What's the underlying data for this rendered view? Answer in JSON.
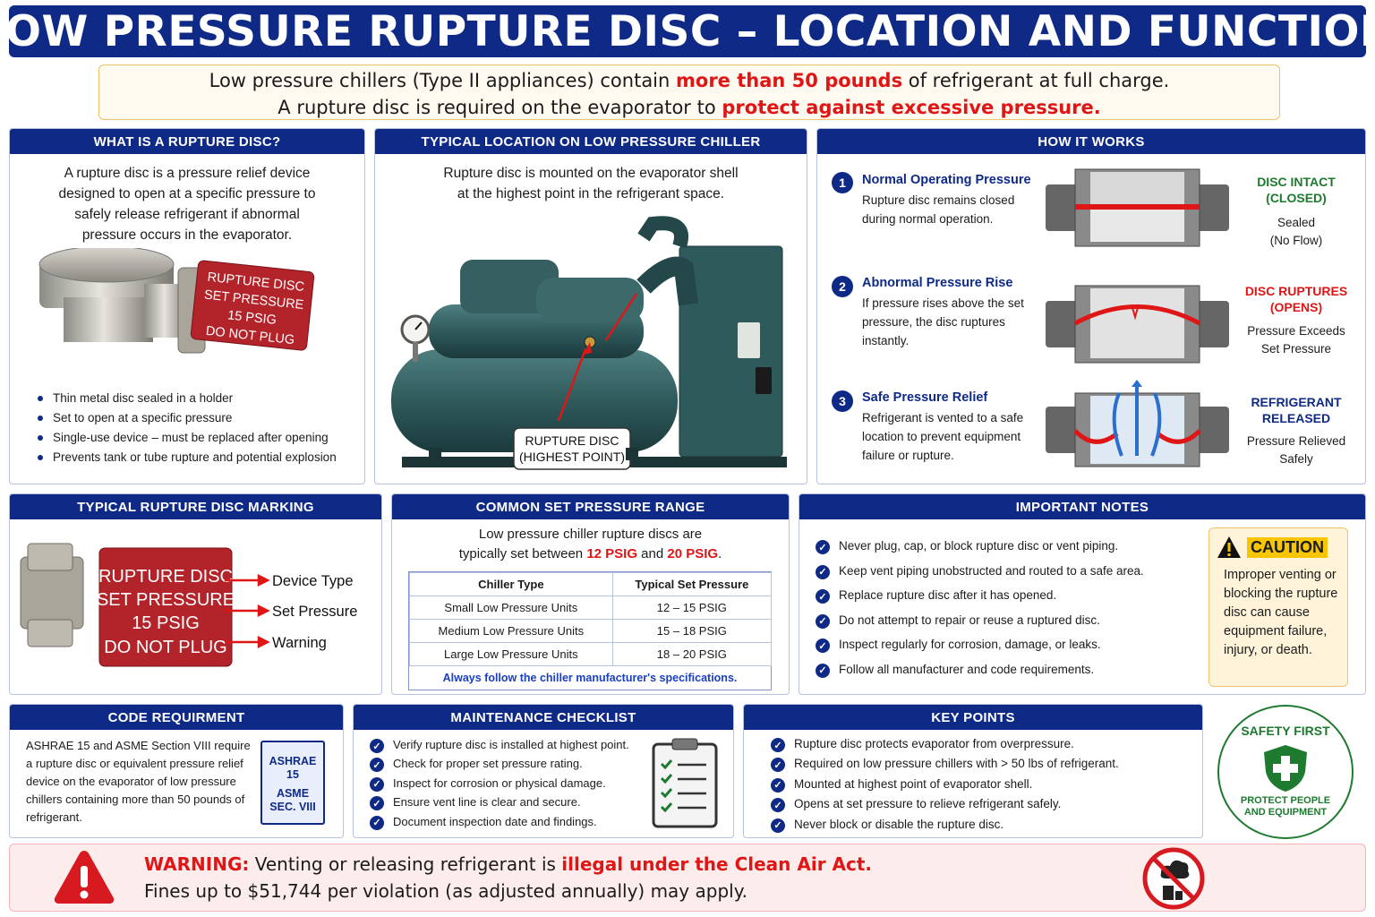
{
  "title": "LOW PRESSURE RUPTURE DISC – LOCATION AND FUNCTION",
  "intro": {
    "line1_a": "Low pressure chillers (Type II appliances) contain ",
    "line1_b": "more than 50 pounds",
    "line1_c": " of refrigerant at full charge.",
    "line2_a": "A rupture disc is required on the evaporator to ",
    "line2_b": "protect against excessive pressure."
  },
  "what": {
    "header": "WHAT IS A RUPTURE DISC?",
    "text": "A rupture disc is a pressure relief device designed to open at a specific pressure to safely release refrigerant if abnormal pressure occurs in the evaporator.",
    "tag": [
      "RUPTURE DISC",
      "SET PRESSURE",
      "15 PSIG",
      "DO NOT PLUG"
    ],
    "bullets": [
      "Thin metal disc sealed in a holder",
      "Set to open at a specific pressure",
      "Single-use device – must be replaced after opening",
      "Prevents tank or tube rupture and potential explosion"
    ]
  },
  "location": {
    "header": "TYPICAL LOCATION ON LOW PRESSURE CHILLER",
    "text1": "Rupture disc is mounted on the evaporator shell",
    "text2": "at the highest point in the refrigerant space.",
    "callout1": "RUPTURE DISC",
    "callout2": "(HIGHEST POINT)"
  },
  "how": {
    "header": "HOW IT WORKS",
    "steps": [
      {
        "num": "1",
        "title": "Normal Operating Pressure",
        "body": "Rupture disc remains closed during normal operation.",
        "status1": "DISC INTACT",
        "status2": "(CLOSED)",
        "sub1": "Sealed",
        "sub2": "(No Flow)",
        "color": "#1d7a2e"
      },
      {
        "num": "2",
        "title": "Abnormal Pressure Rise",
        "body": "If pressure rises above the set pressure, the disc ruptures instantly.",
        "status1": "DISC RUPTURES",
        "status2": "(OPENS)",
        "sub1": "Pressure Exceeds",
        "sub2": "Set Pressure",
        "color": "#e01616"
      },
      {
        "num": "3",
        "title": "Safe Pressure Relief",
        "body": "Refrigerant is vented to a safe location to prevent equipment failure or rupture.",
        "status1": "REFRIGERANT",
        "status2": "RELEASED",
        "sub1": "Pressure Relieved",
        "sub2": "Safely",
        "color": "#0f2a86"
      }
    ]
  },
  "marking": {
    "header": "TYPICAL RUPTURE DISC MARKING",
    "tag": [
      "RUPTURE DISC",
      "SET PRESSURE",
      "15 PSIG",
      "DO NOT PLUG"
    ],
    "labels": [
      "Device Type",
      "Set Pressure",
      "Warning"
    ]
  },
  "range": {
    "header": "COMMON SET PRESSURE RANGE",
    "line1": "Low pressure chiller rupture discs are",
    "line2_a": "typically set between ",
    "line2_b": "12 PSIG",
    "line2_c": " and ",
    "line2_d": "20 PSIG",
    "line2_e": ".",
    "col1": "Chiller Type",
    "col2": "Typical Set Pressure",
    "rows": [
      [
        "Small Low Pressure Units",
        "12 – 15 PSIG"
      ],
      [
        "Medium Low Pressure Units",
        "15 – 18 PSIG"
      ],
      [
        "Large Low Pressure Units",
        "18 – 20 PSIG"
      ]
    ],
    "note": "Always follow the chiller manufacturer's specifications."
  },
  "notes": {
    "header": "IMPORTANT NOTES",
    "items": [
      "Never plug, cap, or block rupture disc or vent piping.",
      "Keep vent piping unobstructed and routed to a safe area.",
      "Replace rupture disc after it has opened.",
      "Do not attempt to repair or reuse a ruptured disc.",
      "Inspect regularly for corrosion, damage, or leaks.",
      "Follow all manufacturer and code requirements."
    ],
    "caution_title": "CAUTION",
    "caution_text": "Improper venting or blocking the rupture disc can cause equipment failure, injury, or death."
  },
  "code": {
    "header": "CODE REQUIRMENT",
    "text": "ASHRAE 15 and ASME Section VIII require a rupture disc or equivalent pressure relief device on the evaporator of low pressure chillers containing more than 50 pounds of refrigerant.",
    "book1": "ASHRAE",
    "book2": "15",
    "book3": "ASME",
    "book4": "SEC. VIII"
  },
  "maint": {
    "header": "MAINTENANCE CHECKLIST",
    "items": [
      "Verify rupture disc is installed at highest point.",
      "Check for proper set pressure rating.",
      "Inspect for corrosion or physical damage.",
      "Ensure vent line is clear and secure.",
      "Document inspection date and findings."
    ]
  },
  "key": {
    "header": "KEY POINTS",
    "items": [
      "Rupture disc protects evaporator from overpressure.",
      "Required on low pressure chillers with > 50 lbs of refrigerant.",
      "Mounted at highest point of evaporator shell.",
      "Opens at set pressure to relieve refrigerant safely.",
      "Never block or disable the rupture disc."
    ]
  },
  "safety": {
    "line1": "SAFETY FIRST",
    "line2": "PROTECT PEOPLE",
    "line3": "AND EQUIPMENT"
  },
  "warning": {
    "label": "WARNING:",
    "text_a": " Venting or releasing refrigerant is ",
    "text_b": "illegal under the Clean Air Act.",
    "line2": "Fines up to $51,744 per violation (as adjusted annually) may apply."
  },
  "colors": {
    "navy": "#0f2a86",
    "red": "#e01616",
    "green": "#1d7a2e",
    "chiller": "#2f5a5c"
  }
}
